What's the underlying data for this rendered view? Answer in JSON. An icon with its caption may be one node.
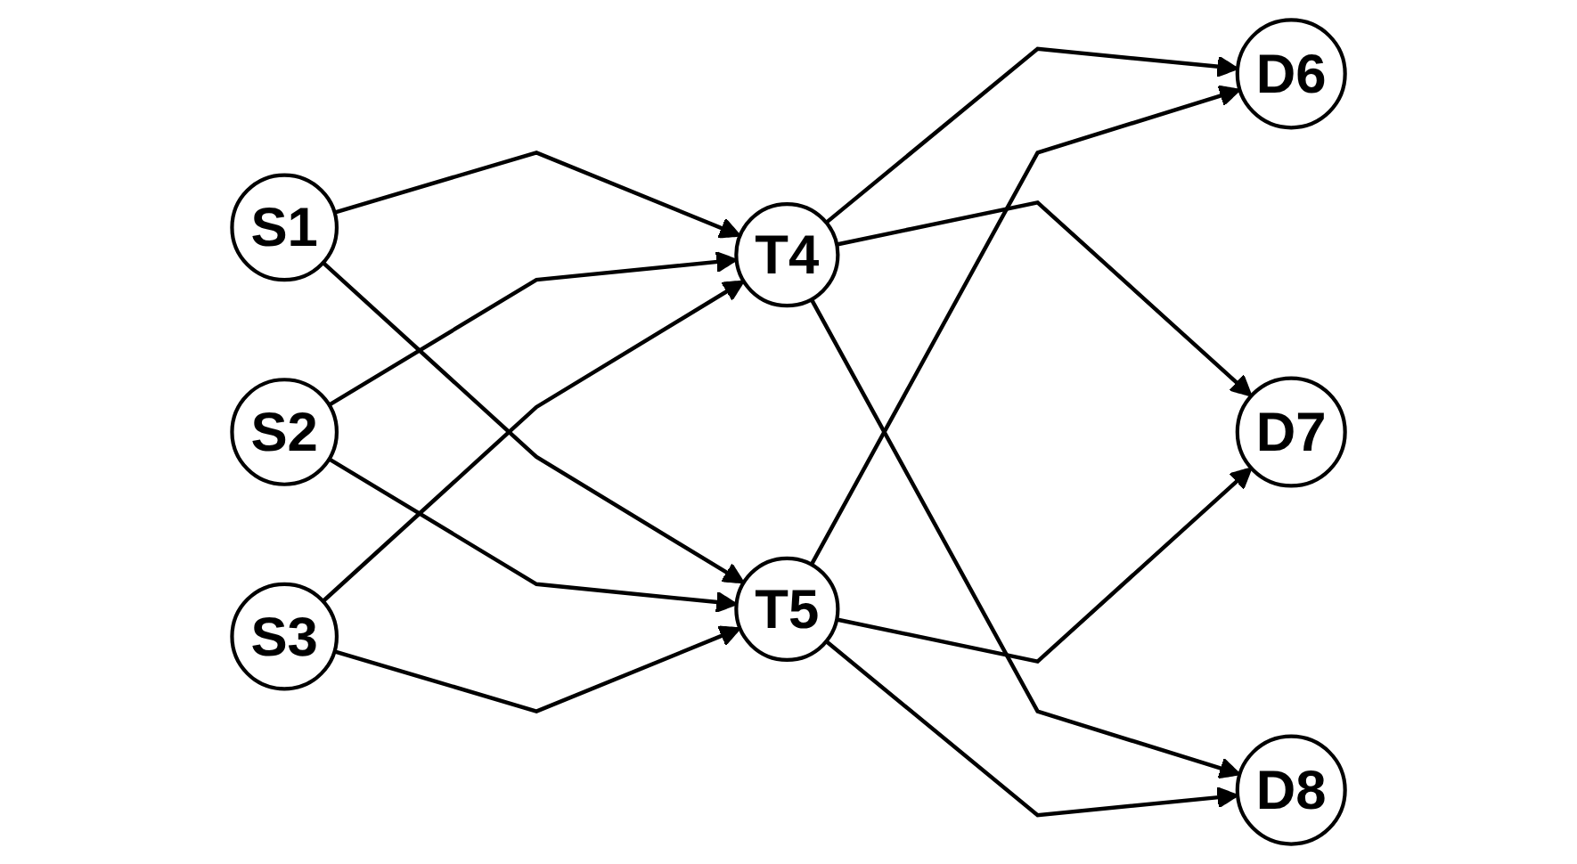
{
  "diagram": {
    "nodes": [
      {
        "text": [
          "S1"
        ]
      },
      {
        "text": [
          "S2"
        ]
      },
      {
        "text": [
          "S3"
        ]
      },
      {
        "text": [
          "T4"
        ]
      },
      {
        "text": [
          "T5"
        ]
      },
      {
        "text": [
          "D6"
        ]
      },
      {
        "text": [
          "D7"
        ]
      },
      {
        "text": [
          "D8"
        ]
      }
    ],
    "edges": [
      {
        "from": 0,
        "to": 3,
        "arrow": "to"
      },
      {
        "from": 0,
        "to": 4,
        "arrow": "to"
      },
      {
        "from": 1,
        "to": 3,
        "arrow": "to"
      },
      {
        "from": 1,
        "to": 4,
        "arrow": "to"
      },
      {
        "from": 2,
        "to": 3,
        "arrow": "to"
      },
      {
        "from": 2,
        "to": 4,
        "arrow": "to"
      },
      {
        "from": 3,
        "to": 5,
        "arrow": "to"
      },
      {
        "from": 3,
        "to": 6,
        "arrow": "to"
      },
      {
        "from": 3,
        "to": 7,
        "arrow": "to"
      },
      {
        "from": 4,
        "to": 5,
        "arrow": "to"
      },
      {
        "from": 4,
        "to": 6,
        "arrow": "to"
      },
      {
        "from": 4,
        "to": 7,
        "arrow": "to"
      }
    ]
  }
}
